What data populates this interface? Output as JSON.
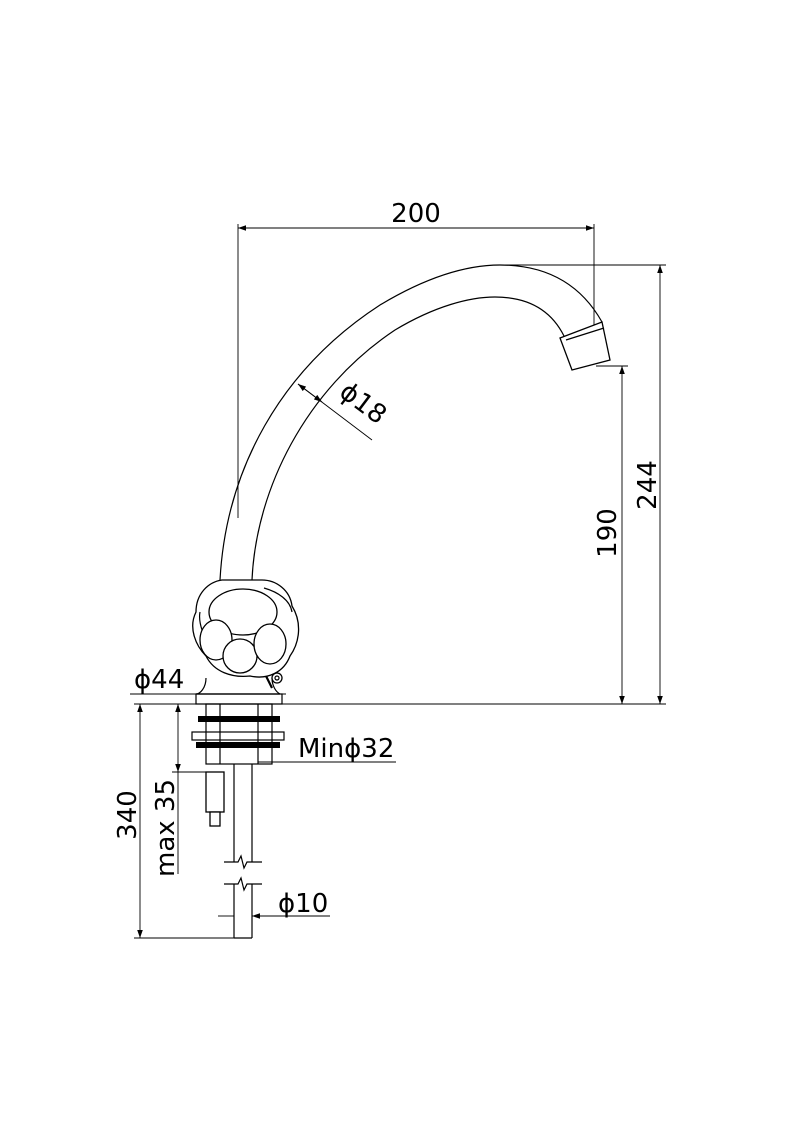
{
  "drawing": {
    "dimensions": {
      "spout_reach": "200",
      "total_height": "244",
      "outlet_height": "190",
      "spout_diameter": "ϕ18",
      "base_diameter": "ϕ44",
      "min_hole_diameter": "Minϕ32",
      "max_counter_thickness": "max 35",
      "shank_length": "340",
      "hose_diameter": "ϕ10"
    }
  }
}
